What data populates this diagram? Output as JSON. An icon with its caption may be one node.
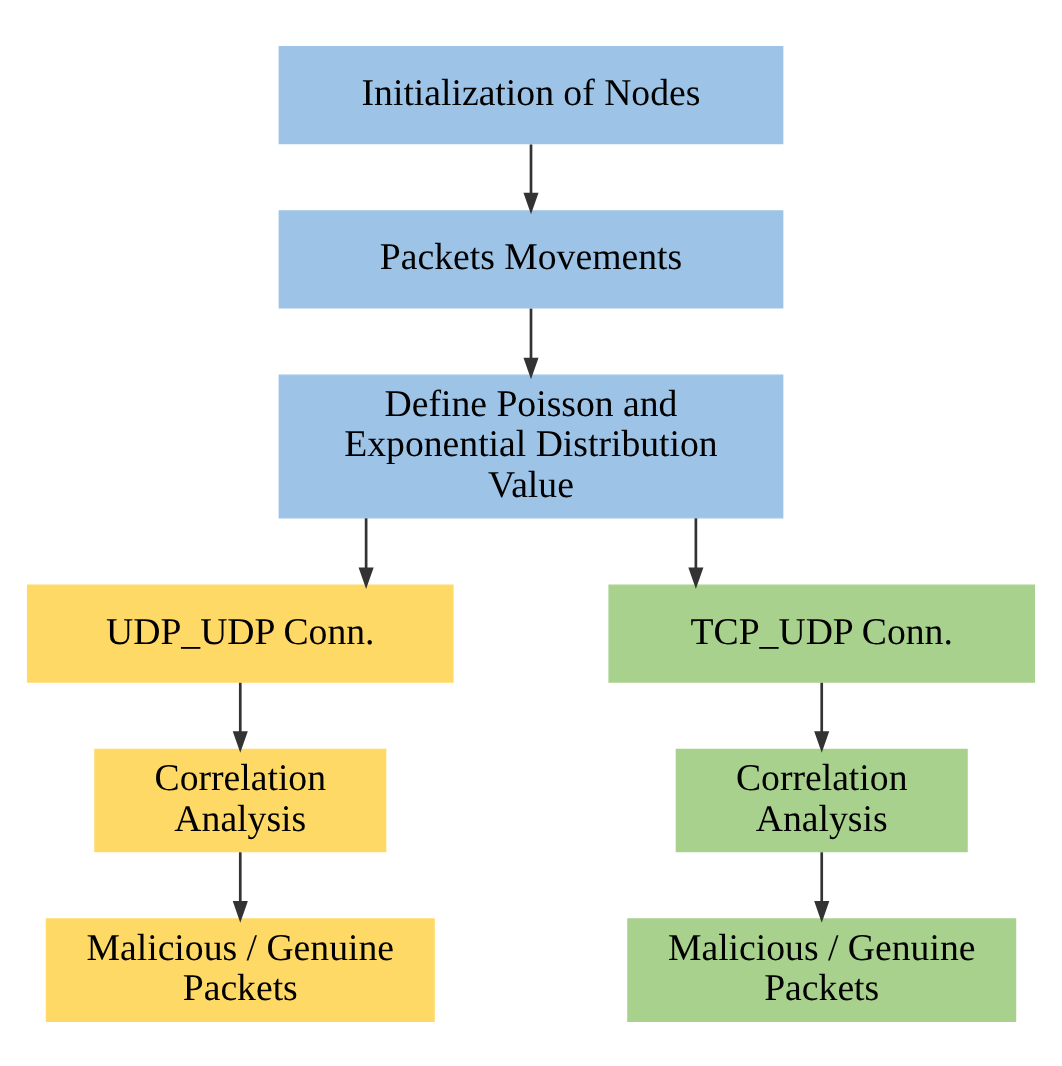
{
  "diagram": {
    "nodes": [
      {
        "text": [
          "Initialization of Nodes"
        ]
      },
      {
        "text": [
          "Packets Movements"
        ]
      },
      {
        "text": [
          "Define Poisson and Exponential Distribution Value"
        ]
      },
      {
        "text": [
          "UDP_UDP Conn."
        ]
      },
      {
        "text": [
          "TCP_UDP Conn."
        ]
      },
      {
        "text": [
          "Correlation Analysis"
        ]
      },
      {
        "text": [
          "Correlation Analysis"
        ]
      },
      {
        "text": [
          "Malicious / Genuine Packets"
        ]
      },
      {
        "text": [
          "Malicious / Genuine Packets"
        ]
      }
    ],
    "edges": [
      {
        "from": 0,
        "to": 1,
        "arrow": "to"
      },
      {
        "from": 1,
        "to": 2,
        "arrow": "to"
      },
      {
        "from": 2,
        "to": 3,
        "arrow": "to"
      },
      {
        "from": 2,
        "to": 4,
        "arrow": "to"
      },
      {
        "from": 3,
        "to": 5,
        "arrow": "to"
      },
      {
        "from": 5,
        "to": 7,
        "arrow": "to"
      },
      {
        "from": 4,
        "to": 6,
        "arrow": "to"
      },
      {
        "from": 6,
        "to": 8,
        "arrow": "to"
      }
    ]
  }
}
